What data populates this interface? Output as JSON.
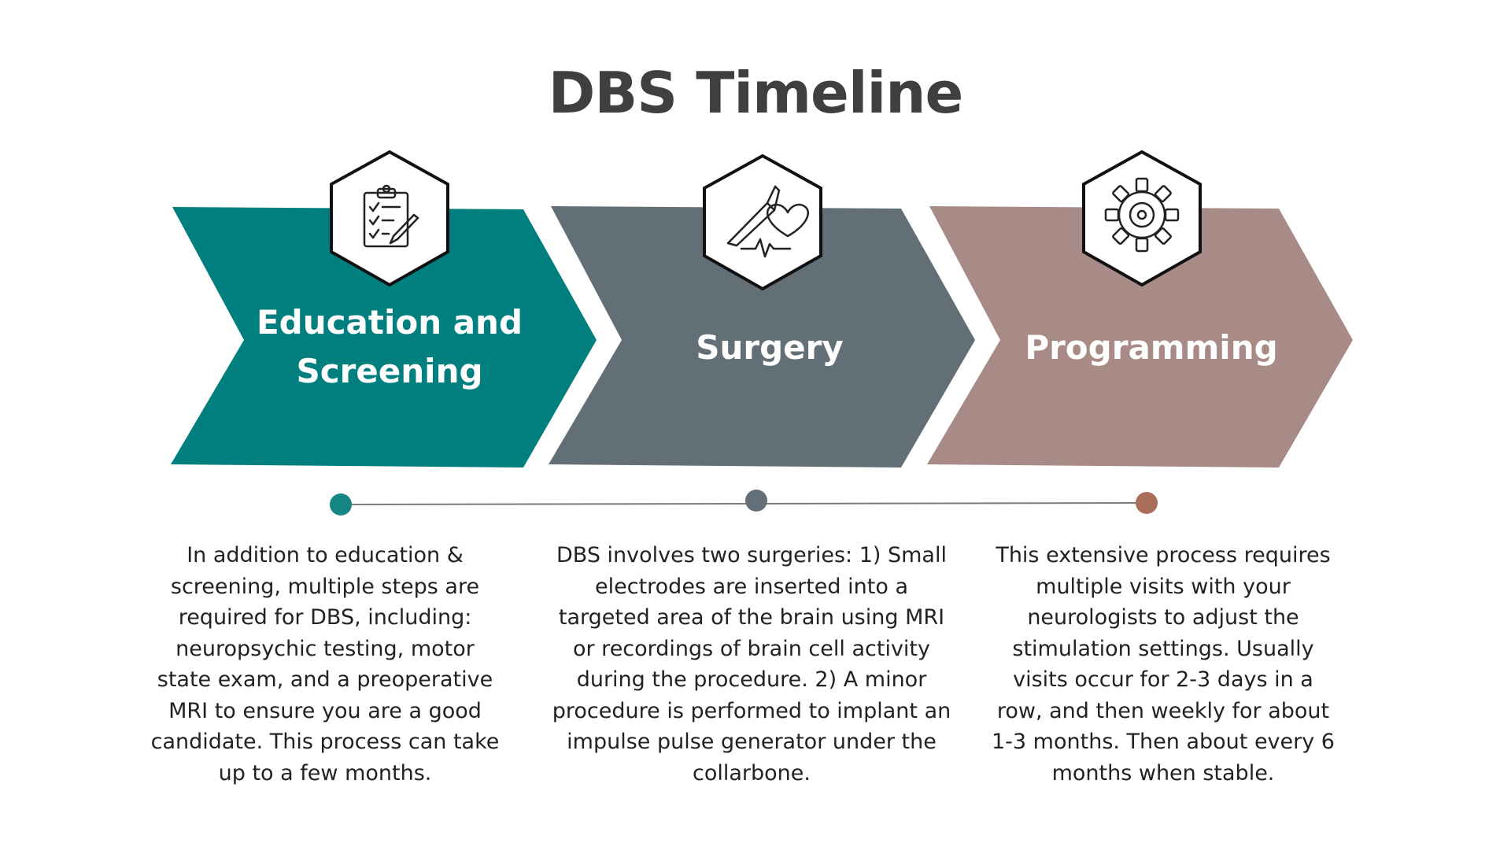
{
  "title": "DBS Timeline",
  "stages": [
    {
      "label_line1": "Education and",
      "label_line2": "Screening",
      "icon": "clipboard-checklist-icon",
      "color": "#017f7e",
      "dot_color": "#158683",
      "description": "In addition to education & screening, multiple steps are required for DBS, including: neuropsychic testing, motor state exam, and a preoperative MRI to ensure you are a good candidate. This process can take up to a few months."
    },
    {
      "label": "Surgery",
      "icon": "scalpel-heart-icon",
      "color": "#626f77",
      "dot_color": "#637079",
      "description": "DBS involves two surgeries: 1) Small electrodes are inserted into a targeted area of the brain using MRI or recordings of brain cell activity during the procedure. 2) A minor procedure is performed to implant an impulse pulse generator under the collarbone."
    },
    {
      "label": "Programming",
      "icon": "gear-icon",
      "color": "#a88a86",
      "dot_color": "#a96e5a",
      "description": "This extensive process requires multiple visits with your neurologists to adjust the stimulation settings. Usually visits occur for 2-3 days in a row, and then weekly for about 1-3 months. Then about every 6 months when stable."
    }
  ],
  "timeline_line_color": "#7a7a7a"
}
